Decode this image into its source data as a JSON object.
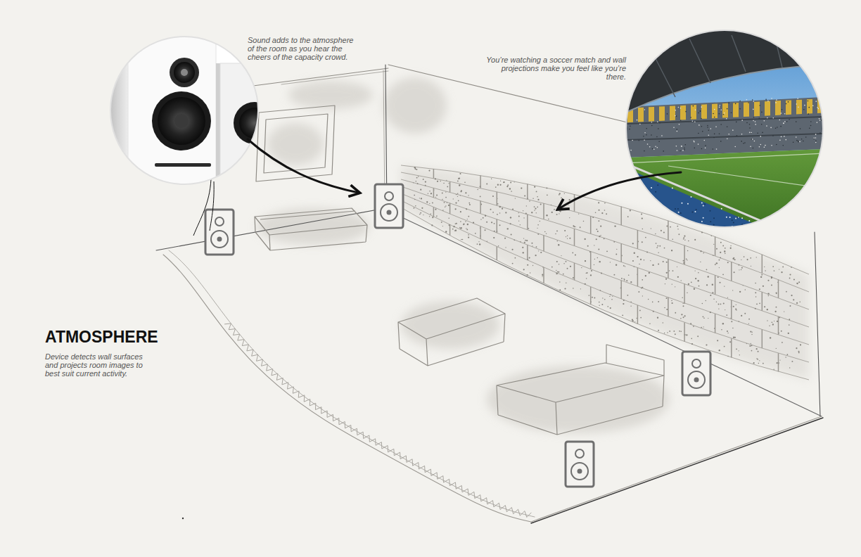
{
  "diagram": {
    "title": "ATMOSPHERE",
    "labels": [
      "Sound adds to the atmosphere of the room as you hear the cheers of the capacity crowd.",
      "You’re watching a soccer match and wall projections make you feel like you’re there.",
      "Device detects wall surfaces and projects room images to best suit current activity."
    ]
  }
}
